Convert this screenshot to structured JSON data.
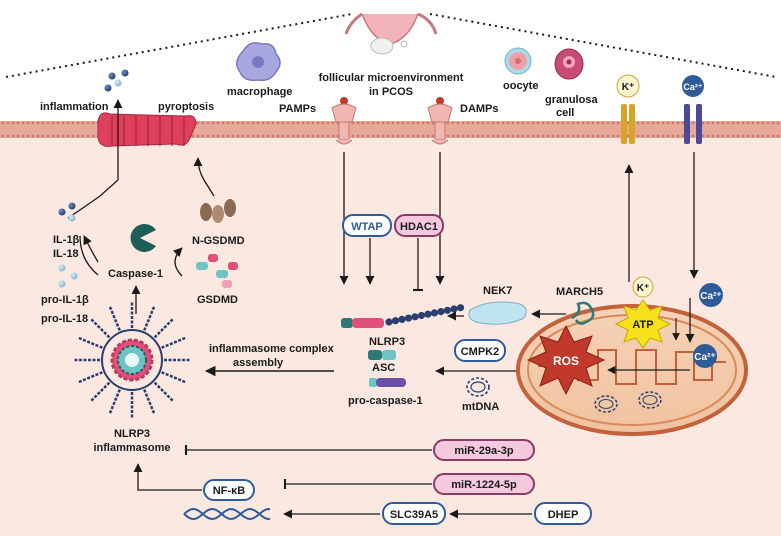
{
  "header": {
    "title_line1": "follicular microenvironment",
    "title_line2": "in PCOS",
    "macrophage": "macrophage",
    "oocyte": "oocyte",
    "granulosa_line1": "granulosa",
    "granulosa_line2": "cell"
  },
  "receptors": {
    "pamps": "PAMPs",
    "damps": "DAMPs",
    "k_channel": "K⁺",
    "ca_channel": "Ca²⁺"
  },
  "pyroptosis": {
    "inflammation": "inflammation",
    "pyroptosis": "pyroptosis",
    "il1b": "IL-1β",
    "il18": "IL-18",
    "pro_il1b": "pro-IL-1β",
    "pro_il18": "pro-IL-18",
    "caspase1": "Caspase-1",
    "n_gsdmd": "N-GSDMD",
    "gsdmd": "GSDMD"
  },
  "complex": {
    "wtap": "WTAP",
    "hdac1": "HDAC1",
    "nek7": "NEK7",
    "march5": "MARCH5",
    "nlrp3": "NLRP3",
    "asc": "ASC",
    "pro_caspase1": "pro-caspase-1",
    "cmpk2": "CMPK2",
    "mtdna": "mtDNA",
    "assembly_line1": "inflammasome complex",
    "assembly_line2": "assembly"
  },
  "mito": {
    "k": "K⁺",
    "ca_top": "Ca²⁺",
    "atp": "ATP",
    "ros": "ROS",
    "ca_inner": "Ca²⁺"
  },
  "bottom": {
    "inflammasome_line1": "NLRP3",
    "inflammasome_line2": "inflammasome",
    "mir29": "miR-29a-3p",
    "mir1224": "miR-1224-5p",
    "nfkb": "NF-κB",
    "slc39a5": "SLC39A5",
    "dhep": "DHEP"
  },
  "colors": {
    "cell_bg": "#fbe9e1",
    "membrane": "#e8a99a",
    "pink_pill": "#f4c9dd",
    "pink_border": "#8a3a66",
    "blue_pill": "#ffffff",
    "blue_border": "#2f5b9a",
    "ros": "#c0392b",
    "atp": "#f7e01c"
  }
}
